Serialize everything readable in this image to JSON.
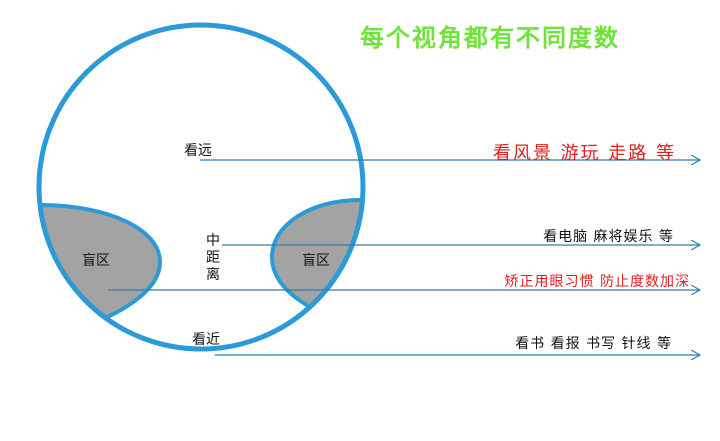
{
  "title": "每个视角都有不同度数",
  "labels": {
    "far": "看远",
    "middle": [
      "中",
      "距",
      "离"
    ],
    "near": "看近",
    "blind_left": "盲区",
    "blind_right": "盲区"
  },
  "descriptions": {
    "far": "看风景 游玩 走路 等",
    "middle": "看电脑 麻将娱乐 等",
    "advice": "矫正用眼习惯 防止度数加深",
    "near": "看书 看报 书写 针线 等"
  },
  "colors": {
    "lens_border": "#2b9ad6",
    "blind_fill": "#a3a3a3",
    "title": "#6fe33a",
    "arrow": "#2b7fb0",
    "warning": "#e12020"
  }
}
